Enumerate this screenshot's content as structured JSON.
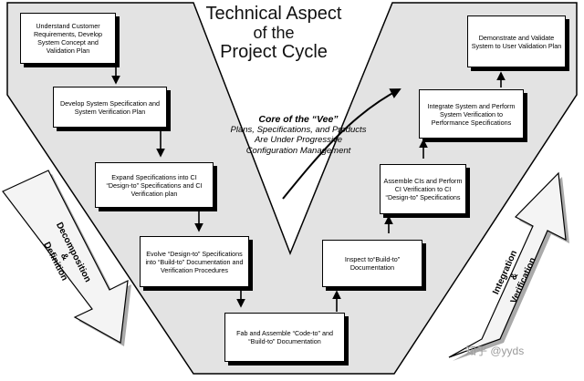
{
  "title": {
    "line1": "Technical Aspect",
    "line2": "of the",
    "line3": "Project Cycle"
  },
  "left_boxes": [
    {
      "text": "Understand Customer Requirements, Develop System Concept and Validation Plan"
    },
    {
      "text": "Develop System Specification and System Verification Plan"
    },
    {
      "text": "Expand Specifications into CI “Design-to” Specifications and CI Verification plan"
    },
    {
      "text": "Evolve “Design-to” Specifications into “Build-to” Documentation and Verification Procedures"
    }
  ],
  "bottom_box": {
    "text": "Fab and Assemble “Code-to” and “Build-to” Documentation"
  },
  "right_boxes": [
    {
      "text": "Inspect to“Build-to” Documentation"
    },
    {
      "text": "Assemble CIs and Perform CI Verification to CI “Design-to” Specifications"
    },
    {
      "text": "Integrate System and Perform System Verification to Performance Specifications"
    },
    {
      "text": "Demonstrate and Validate System to User Validation Plan"
    }
  ],
  "core": {
    "title": "Core of the “Vee”",
    "body": "Plans, Specifications, and Products Are Under Progressive Configuration Management"
  },
  "left_arrow": {
    "line1": "Decomposition",
    "line2": "&",
    "line3": "Definition"
  },
  "right_arrow": {
    "line1": "Integration",
    "line2": "&",
    "line3": "Verification"
  },
  "watermark": "知乎 @yyds"
}
